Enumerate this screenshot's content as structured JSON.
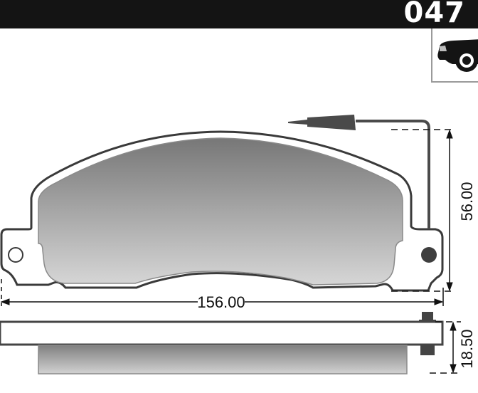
{
  "header": {
    "part_code": "047",
    "background_color": "#141414",
    "text_color": "#ffffff"
  },
  "position_icon": {
    "icon": "car-front-axle-icon",
    "description": "front axle position"
  },
  "dimensions": {
    "width": "156.00",
    "height": "56.00",
    "thickness": "18.50"
  },
  "colors": {
    "outline": "#3a3a3a",
    "friction_gradient_top": "#7a7a7a",
    "friction_gradient_bottom": "#d4d4d4",
    "sensor": "#4a4a4a"
  }
}
